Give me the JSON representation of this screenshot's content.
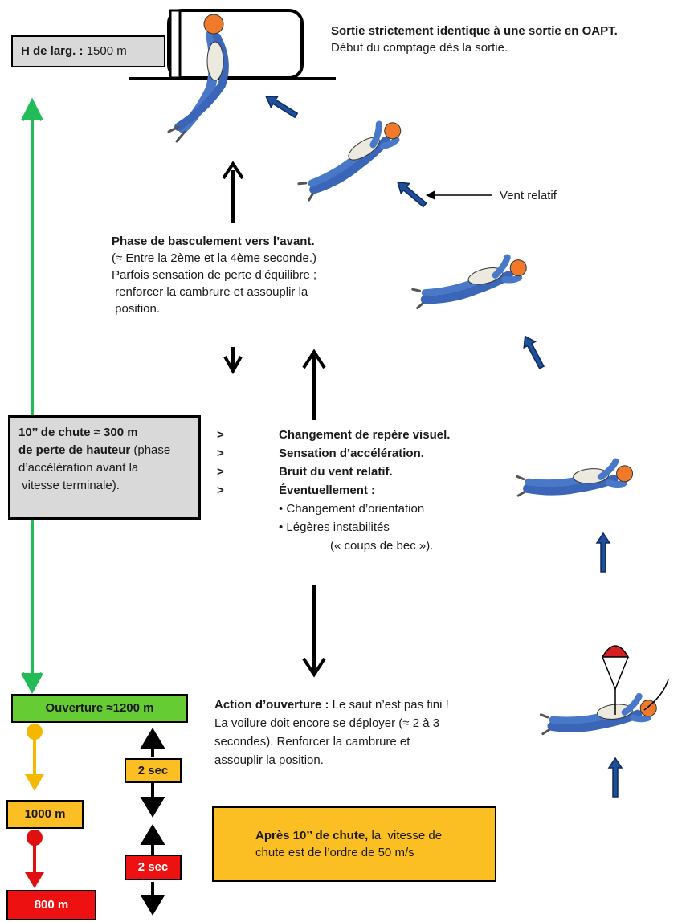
{
  "exit": {
    "height_label": "H de larg. :",
    "height_value": "1500 m",
    "title": "Sortie strictement identique à une sortie en OAPT.",
    "subtitle": "Début du comptage dès la sortie."
  },
  "vent_relatif": "Vent relatif",
  "basculement": {
    "title": "Phase de basculement vers l’avant.",
    "lines": [
      "(≈ Entre la 2ème et  la 4ème seconde.)",
      "Parfois sensation de perte d’équilibre ;",
      " renforcer la cambrure et assouplir la",
      " position."
    ]
  },
  "chute_box": {
    "line1": "10’’ de chute ≈ 300 m",
    "line2_bold": "de perte de hauteur",
    "line2_rest": " (phase",
    "line3": "d’accélération avant la",
    "line4": " vitesse terminale)."
  },
  "sensations": {
    "bullets": [
      "Changement de  repère visuel.",
      "Sensation d’accélération.",
      "Bruit du vent relatif.",
      "Éventuellement :"
    ],
    "marker": ">",
    "sub_items": [
      "• Changement d’orientation",
      "• Légères instabilités"
    ],
    "sub_tail": "(« coups de bec »)."
  },
  "ouverture_action": {
    "title": "Action d’ouverture :",
    "first_rest": " Le saut n’est pas fini !",
    "lines": [
      "La voilure doit encore se déployer (≈ 2 à 3",
      "secondes). Renforcer la cambrure et",
      "assouplir la position."
    ]
  },
  "altitudes": {
    "ouverture": "Ouverture ≈1200 m",
    "m1000": "1000 m",
    "m800": "800 m",
    "sec_a": "2 sec",
    "sec_b": "2 sec"
  },
  "warning": {
    "bold": "Après 10’’ de chute,",
    "rest1": " la  vitesse de",
    "rest2": "chute est de l’ordre de 50 m/s"
  },
  "colors": {
    "green": "#66cc33",
    "arrow_green": "#22bb55",
    "yellow": "#fbbf24",
    "red": "#ee1111",
    "grey_box": "#d9d9d9",
    "blue_arrow": "#1f4e9a",
    "suit": "#4a78c8",
    "helmet": "#f07a2a"
  }
}
